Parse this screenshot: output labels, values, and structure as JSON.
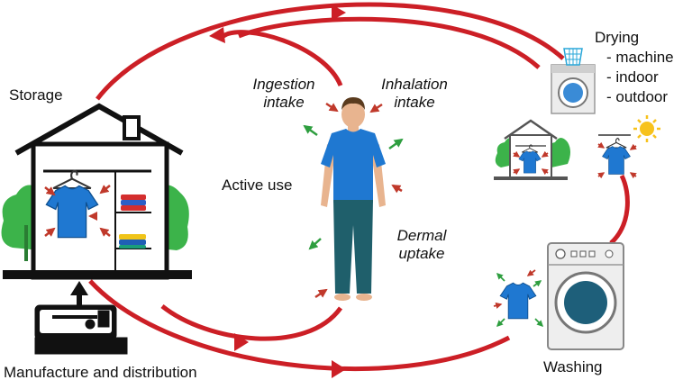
{
  "stages": {
    "storage": "Storage",
    "active_use": "Active use",
    "washing": "Washing",
    "manufacture": "Manufacture and distribution",
    "drying": {
      "title": "Drying",
      "options": [
        "- machine",
        "- indoor",
        "- outdoor"
      ]
    }
  },
  "exposure": {
    "ingestion": [
      "Ingestion",
      "intake"
    ],
    "inhalation": [
      "Inhalation",
      "intake"
    ],
    "dermal": [
      "Dermal",
      "uptake"
    ]
  },
  "colors": {
    "cycle_arrow": "#cc1f26",
    "inflow_arrow": "#c0392b",
    "outflow_arrow": "#2e9e3f",
    "shirt": "#1f78d1",
    "jeans": "#1f5f6b",
    "tree": "#3cb34a",
    "building": "#111111"
  },
  "icons": [
    "house-storage-icon",
    "person-icon",
    "washing-machine-icon",
    "dryer-icon",
    "sewing-machine-icon",
    "sun-icon",
    "small-house-icon",
    "tshirt-icon"
  ]
}
